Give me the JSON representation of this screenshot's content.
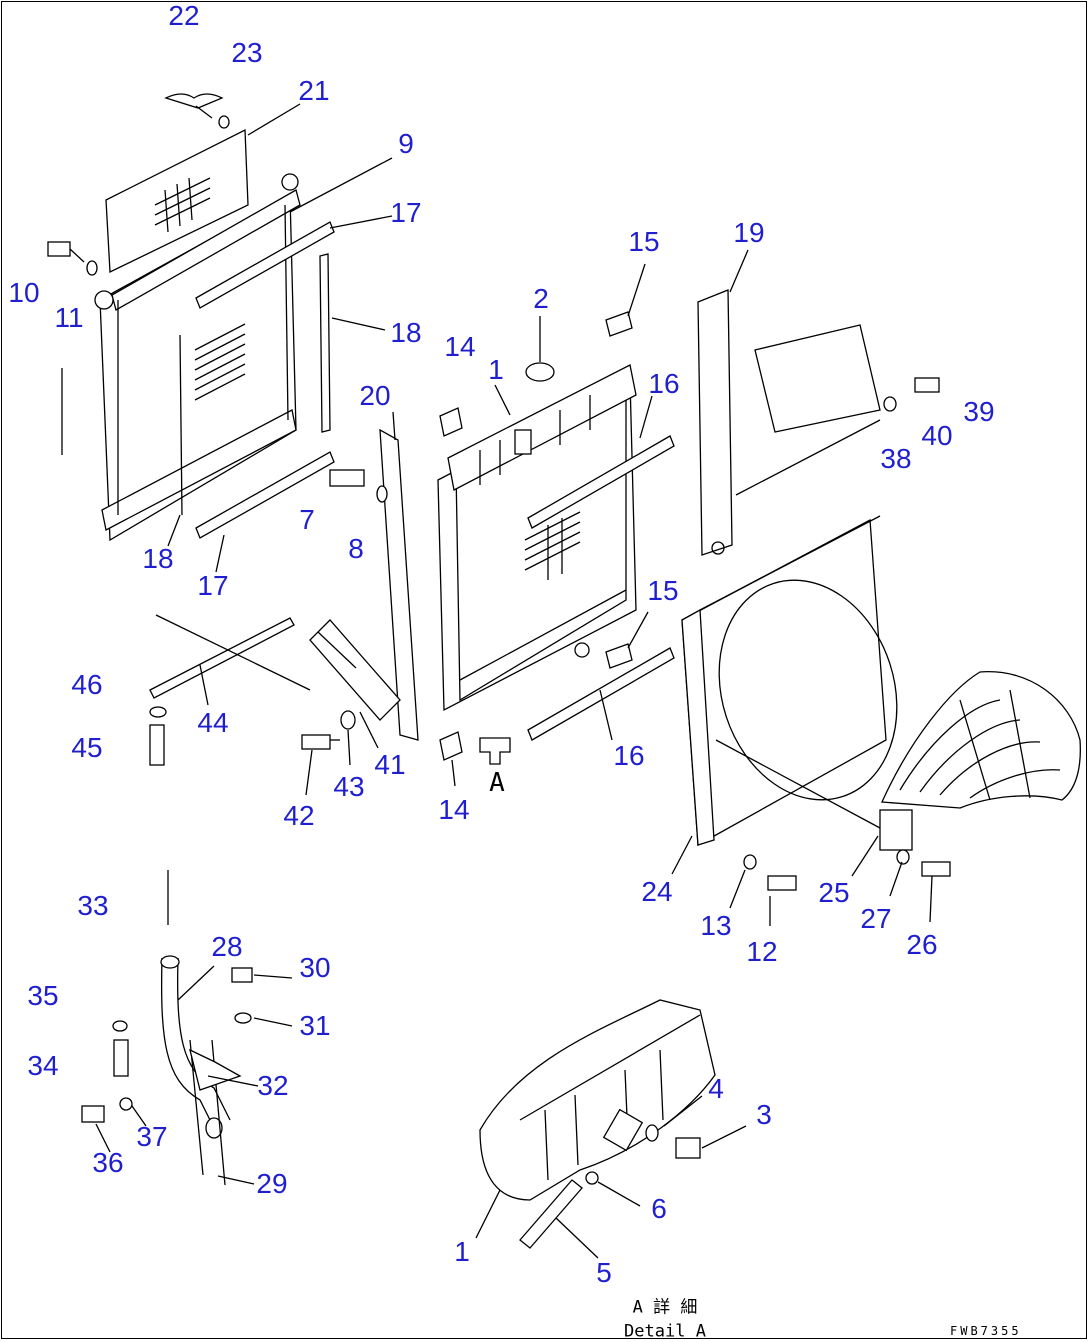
{
  "figure_code": "FWB7355",
  "view_label": "A",
  "detail_caption_jp": "A 詳 細",
  "detail_caption_en": "Detail A",
  "callouts": [
    {
      "id": "c22",
      "text": "22"
    },
    {
      "id": "c23",
      "text": "23"
    },
    {
      "id": "c21",
      "text": "21"
    },
    {
      "id": "c9",
      "text": "9"
    },
    {
      "id": "c17a",
      "text": "17"
    },
    {
      "id": "c18a",
      "text": "18"
    },
    {
      "id": "c10",
      "text": "10"
    },
    {
      "id": "c11",
      "text": "11"
    },
    {
      "id": "c18b",
      "text": "18"
    },
    {
      "id": "c17b",
      "text": "17"
    },
    {
      "id": "c20",
      "text": "20"
    },
    {
      "id": "c7",
      "text": "7"
    },
    {
      "id": "c8",
      "text": "8"
    },
    {
      "id": "c14a",
      "text": "14"
    },
    {
      "id": "c2",
      "text": "2"
    },
    {
      "id": "c1a",
      "text": "1"
    },
    {
      "id": "c15a",
      "text": "15"
    },
    {
      "id": "c16a",
      "text": "16"
    },
    {
      "id": "c19",
      "text": "19"
    },
    {
      "id": "c39",
      "text": "39"
    },
    {
      "id": "c40",
      "text": "40"
    },
    {
      "id": "c38",
      "text": "38"
    },
    {
      "id": "c15b",
      "text": "15"
    },
    {
      "id": "c16b",
      "text": "16"
    },
    {
      "id": "c14b",
      "text": "14"
    },
    {
      "id": "c46",
      "text": "46"
    },
    {
      "id": "c44",
      "text": "44"
    },
    {
      "id": "c45",
      "text": "45"
    },
    {
      "id": "c41",
      "text": "41"
    },
    {
      "id": "c43",
      "text": "43"
    },
    {
      "id": "c42",
      "text": "42"
    },
    {
      "id": "c24",
      "text": "24"
    },
    {
      "id": "c13",
      "text": "13"
    },
    {
      "id": "c12",
      "text": "12"
    },
    {
      "id": "c25",
      "text": "25"
    },
    {
      "id": "c27",
      "text": "27"
    },
    {
      "id": "c26",
      "text": "26"
    },
    {
      "id": "c33",
      "text": "33"
    },
    {
      "id": "c28",
      "text": "28"
    },
    {
      "id": "c30",
      "text": "30"
    },
    {
      "id": "c35",
      "text": "35"
    },
    {
      "id": "c31",
      "text": "31"
    },
    {
      "id": "c34",
      "text": "34"
    },
    {
      "id": "c32",
      "text": "32"
    },
    {
      "id": "c37",
      "text": "37"
    },
    {
      "id": "c36",
      "text": "36"
    },
    {
      "id": "c29",
      "text": "29"
    },
    {
      "id": "c4",
      "text": "4"
    },
    {
      "id": "c3",
      "text": "3"
    },
    {
      "id": "c6",
      "text": "6"
    },
    {
      "id": "c1b",
      "text": "1"
    },
    {
      "id": "c5",
      "text": "5"
    }
  ]
}
